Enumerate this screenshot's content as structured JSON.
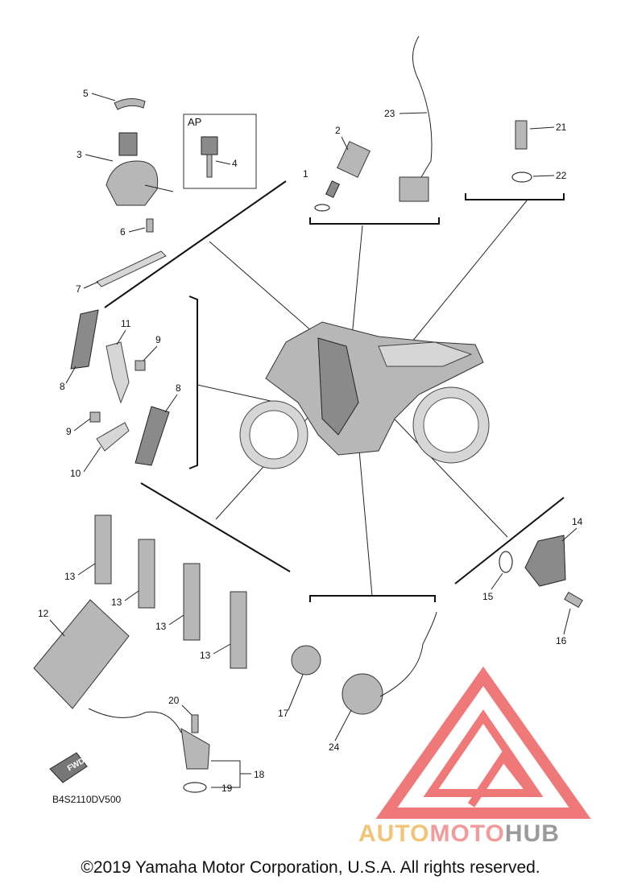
{
  "diagram_code": "B4S2110DV500",
  "inset_label": "AP",
  "fwd_label": "FWD",
  "copyright": "©2019 Yamaha Motor Corporation, U.S.A. All rights reserved.",
  "watermark": {
    "part1": "AUTO",
    "part2": "MOTO",
    "part3": "HUB",
    "colors": {
      "auto": "#f2c477",
      "moto": "#f29b9b",
      "hub": "#9a9a9a",
      "logo": "#ea4c4c"
    }
  },
  "callouts": [
    "1",
    "2",
    "3",
    "4",
    "5",
    "6",
    "7",
    "8",
    "8",
    "9",
    "9",
    "10",
    "11",
    "12",
    "13",
    "13",
    "13",
    "13",
    "14",
    "15",
    "16",
    "17",
    "18",
    "19",
    "20",
    "21",
    "22",
    "23",
    "24"
  ]
}
